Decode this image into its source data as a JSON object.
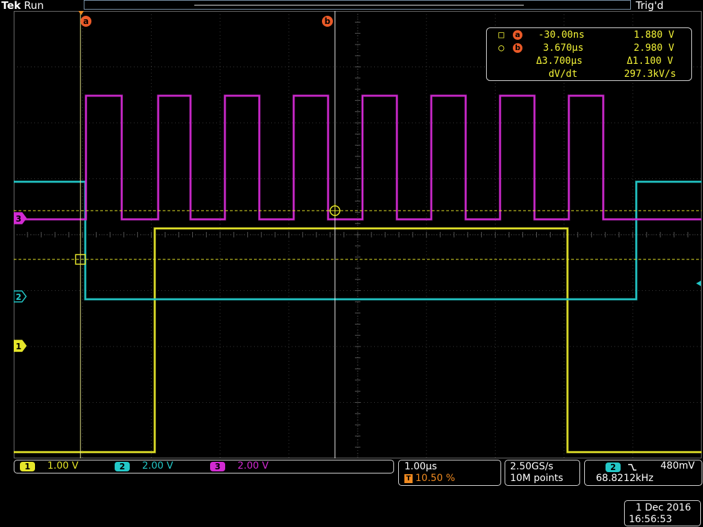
{
  "header": {
    "brand": "Tek",
    "run_status": "Run",
    "trigger_status": "Trig'd"
  },
  "cursor_readout": {
    "a_time": "-30.00ns",
    "a_volt": "1.880 V",
    "b_time": "3.670µs",
    "b_volt": "2.980 V",
    "delta_time": "Δ3.700µs",
    "delta_volt": "Δ1.100 V",
    "rate_label": "dV/dt",
    "rate_value": "297.3kV/s",
    "a_label": "a",
    "b_label": "b"
  },
  "channels": [
    {
      "number": "1",
      "scale": "1.00 V",
      "color": "#e6e62a"
    },
    {
      "number": "2",
      "scale": "2.00 V",
      "color": "#23c8c8"
    },
    {
      "number": "3",
      "scale": "2.00 V",
      "color": "#d22ad2"
    }
  ],
  "timebase": {
    "scale": "1.00µs",
    "trigger_badge": "T",
    "trigger_position": "10.50 %"
  },
  "acquisition": {
    "sample_rate": "2.50GS/s",
    "record_length": "10M points"
  },
  "trigger": {
    "source": "2",
    "slope_icon": "falling-edge",
    "level": "480mV",
    "frequency": "68.8212kHz"
  },
  "datetime": {
    "date": "1 Dec 2016",
    "time": "16:56:53"
  },
  "chart_data": {
    "type": "line",
    "x_unit": "µs",
    "xlim": [
      -1.0,
      9.0
    ],
    "series": [
      {
        "name": "1",
        "color": "#e6e62a",
        "scale": "1.00 V/div",
        "x": [
          -1.0,
          1.05,
          1.05,
          7.05,
          7.05,
          9.0
        ],
        "y_div": [
          -1.9,
          -1.9,
          2.1,
          2.1,
          -1.9,
          -1.9
        ]
      },
      {
        "name": "2",
        "color": "#23c8c8",
        "scale": "2.00 V/div",
        "x": [
          -1.0,
          0.04,
          0.04,
          8.05,
          8.05,
          9.0
        ],
        "y_div": [
          2.05,
          2.05,
          -0.05,
          -0.05,
          2.05,
          2.05
        ]
      },
      {
        "name": "3",
        "color": "#d22ad2",
        "scale": "2.00 V/div",
        "x": [
          -1.0,
          0.05,
          0.05,
          0.57,
          0.57,
          1.1,
          1.1,
          1.57,
          1.57,
          2.07,
          2.07,
          2.57,
          2.57,
          3.07,
          3.07,
          3.57,
          3.57,
          4.07,
          4.07,
          4.57,
          4.57,
          5.07,
          5.07,
          5.57,
          5.57,
          6.07,
          6.07,
          6.57,
          6.57,
          7.07,
          7.07,
          7.57,
          7.57,
          9.0
        ],
        "y_div": [
          -0.02,
          -0.02,
          2.19,
          2.19,
          -0.02,
          -0.02,
          2.19,
          2.19,
          -0.02,
          -0.02,
          2.19,
          2.19,
          -0.02,
          -0.02,
          2.19,
          2.19,
          -0.02,
          -0.02,
          2.19,
          2.19,
          -0.02,
          -0.02,
          2.19,
          2.19,
          -0.02,
          -0.02,
          2.19,
          2.19,
          -0.02,
          -0.02,
          2.19,
          2.19,
          -0.02,
          -0.02
        ]
      }
    ],
    "cursors": {
      "a_time_us": -0.03,
      "b_time_us": 3.67,
      "a_volt": 1.88,
      "b_volt": 2.98
    },
    "grid": true
  }
}
